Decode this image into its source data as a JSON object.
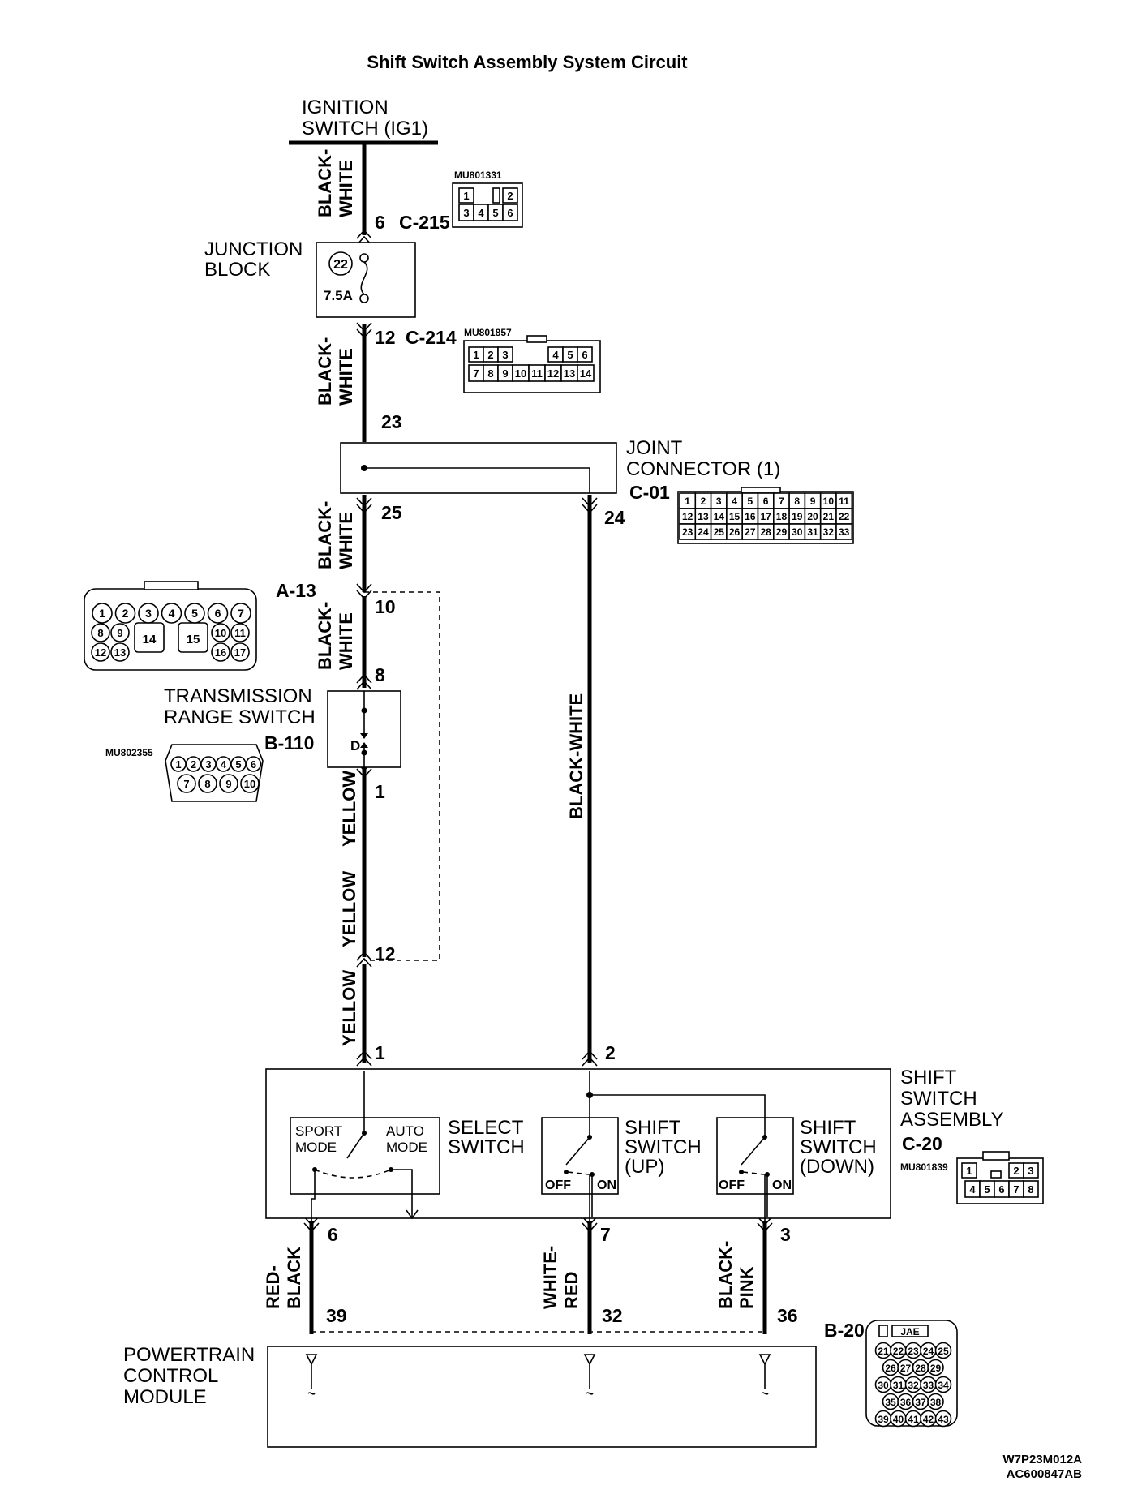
{
  "title": "Shift Switch Assembly System Circuit",
  "ignition": {
    "line1": "IGNITION",
    "line2": "SWITCH (IG1)"
  },
  "junction_block": {
    "line1": "JUNCTION",
    "line2": "BLOCK",
    "fuse_no": "22",
    "fuse_rating": "7.5A"
  },
  "joint_connector": {
    "line1": "JOINT",
    "line2": "CONNECTOR (1)",
    "id": "C-01"
  },
  "transmission_range_switch": {
    "line1": "TRANSMISSION",
    "line2": "RANGE SWITCH",
    "id": "B-110",
    "position": "D"
  },
  "shift_switch_assembly": {
    "line1": "SHIFT",
    "line2": "SWITCH",
    "line3": "ASSEMBLY",
    "id": "C-20"
  },
  "select_switch": {
    "line1": "SELECT",
    "line2": "SWITCH",
    "sport1": "SPORT",
    "sport2": "MODE",
    "auto1": "AUTO",
    "auto2": "MODE"
  },
  "shift_up": {
    "line1": "SHIFT",
    "line2": "SWITCH",
    "line3": "(UP)",
    "off": "OFF",
    "on": "ON"
  },
  "shift_down": {
    "line1": "SHIFT",
    "line2": "SWITCH",
    "line3": "(DOWN)",
    "off": "OFF",
    "on": "ON"
  },
  "pcm": {
    "line1": "POWERTRAIN",
    "line2": "CONTROL",
    "line3": "MODULE",
    "id": "B-20"
  },
  "connectors": {
    "c215": {
      "id": "C-215",
      "part": "MU801331",
      "row1": [
        "1",
        "",
        "2"
      ],
      "row2": [
        "3",
        "4",
        "5",
        "6"
      ]
    },
    "c214": {
      "id": "C-214",
      "part": "MU801857",
      "row1": [
        "1",
        "2",
        "3",
        "",
        "4",
        "5",
        "6"
      ],
      "row2": [
        "7",
        "8",
        "9",
        "10",
        "11",
        "12",
        "13",
        "14"
      ]
    },
    "c01": {
      "row1": [
        "1",
        "2",
        "3",
        "4",
        "5",
        "6",
        "7",
        "8",
        "9",
        "10",
        "11"
      ],
      "row2": [
        "12",
        "13",
        "14",
        "15",
        "16",
        "17",
        "18",
        "19",
        "20",
        "21",
        "22"
      ],
      "row3": [
        "23",
        "24",
        "25",
        "26",
        "27",
        "28",
        "29",
        "30",
        "31",
        "32",
        "33"
      ]
    },
    "a13": {
      "id": "A-13",
      "row1": [
        "1",
        "2",
        "3",
        "4",
        "5",
        "6",
        "7"
      ],
      "row2a": [
        "8",
        "9"
      ],
      "row2b": [
        "10",
        "11"
      ],
      "row3a": [
        "12",
        "13"
      ],
      "row3b": [
        "16",
        "17"
      ],
      "big1": "14",
      "big2": "15"
    },
    "b110": {
      "part": "MU802355",
      "row1": [
        "1",
        "2",
        "3",
        "4",
        "5",
        "6"
      ],
      "row2": [
        "7",
        "8",
        "9",
        "10"
      ]
    },
    "c20": {
      "part": "MU801839",
      "row1": [
        "1",
        "",
        "2",
        "3"
      ],
      "row2": [
        "4",
        "5",
        "6",
        "7",
        "8"
      ]
    },
    "b20": {
      "tag": "JAE",
      "row1": [
        "21",
        "22",
        "23",
        "24",
        "25"
      ],
      "row2": [
        "26",
        "27",
        "28",
        "29"
      ],
      "row3": [
        "30",
        "31",
        "32",
        "33",
        "34"
      ],
      "row4": [
        "35",
        "36",
        "37",
        "38"
      ],
      "row5": [
        "39",
        "40",
        "41",
        "42",
        "43"
      ]
    }
  },
  "pins": {
    "c215": "6",
    "c214": "12",
    "jc_in": "23",
    "jc_out1": "25",
    "jc_out2": "24",
    "a13_in": "10",
    "trs_in": "8",
    "trs_out": "1",
    "a13_ret": "12",
    "ssa_1": "1",
    "ssa_2": "2",
    "ssa_6": "6",
    "ssa_7": "7",
    "ssa_3": "3",
    "pcm_39": "39",
    "pcm_32": "32",
    "pcm_36": "36"
  },
  "wires": {
    "w1a": "BLACK-",
    "w1b": "WHITE",
    "w2a": "BLACK-",
    "w2b": "WHITE",
    "w3a": "BLACK-",
    "w3b": "WHITE",
    "w4a": "BLACK-",
    "w4b": "WHITE",
    "yellow1": "YELLOW",
    "yellow2": "YELLOW",
    "yellow3": "YELLOW",
    "bw_long": "BLACK-WHITE",
    "w6a": "RED-",
    "w6b": "BLACK",
    "w7a": "WHITE-",
    "w7b": "RED",
    "w3pa": "BLACK-",
    "w3pb": "PINK"
  },
  "codes": {
    "code1": "W7P23M012A",
    "code2": "AC600847AB"
  }
}
